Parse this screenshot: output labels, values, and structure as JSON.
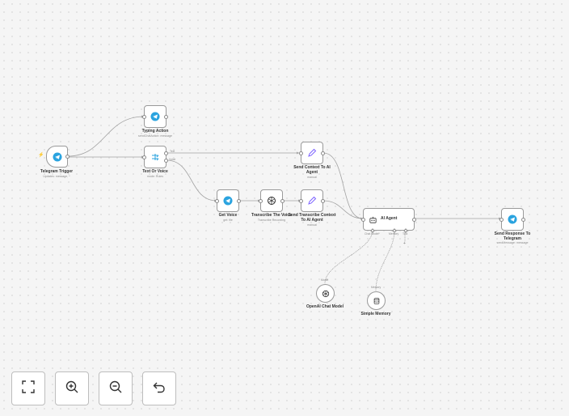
{
  "nodes": {
    "telegram_trigger": {
      "title": "Telegram Trigger",
      "subtitle": "Updates: message, *"
    },
    "typing_action": {
      "title": "Typing Action",
      "subtitle": "sendChatAction: message"
    },
    "text_or_voice": {
      "title": "Text Or Voice",
      "subtitle": "mode: Rules",
      "output_text": "Text",
      "output_voice": "Voice"
    },
    "send_context": {
      "title_line1": "Send Context To AI",
      "title_line2": "Agent",
      "subtitle": "manual"
    },
    "get_voice": {
      "title": "Get Voice",
      "subtitle": "get: file"
    },
    "transcribe": {
      "title": "Transcribe The Voice",
      "subtitle": "Transcribe Recording"
    },
    "send_transcribe": {
      "title_line1": "Send Transcribe Context",
      "title_line2": "To AI Agent",
      "subtitle": "manual"
    },
    "ai_agent": {
      "title": "AI Agent",
      "port_chat_model": "Chat Model*",
      "port_memory": "Memory",
      "port_tool": "Tool"
    },
    "send_response": {
      "title_line1": "Send Response To",
      "title_line2": "Telegram",
      "subtitle": "sendMessage: message"
    },
    "openai_model": {
      "title": "OpenAI Chat Model",
      "port": "Model"
    },
    "simple_memory": {
      "title": "Simple Memory",
      "port": "Memory"
    }
  },
  "controls": {
    "fit": {
      "icon": "fit-view-icon"
    },
    "zoom_in": {
      "icon": "zoom-in-icon"
    },
    "zoom_out": {
      "icon": "zoom-out-icon"
    },
    "undo": {
      "icon": "undo-icon"
    }
  },
  "colors": {
    "telegram": "#2aa3df",
    "edit_fields": "#7b61ff",
    "trigger_marker": "#ff6d5a",
    "connection": "#a3a3a3"
  }
}
